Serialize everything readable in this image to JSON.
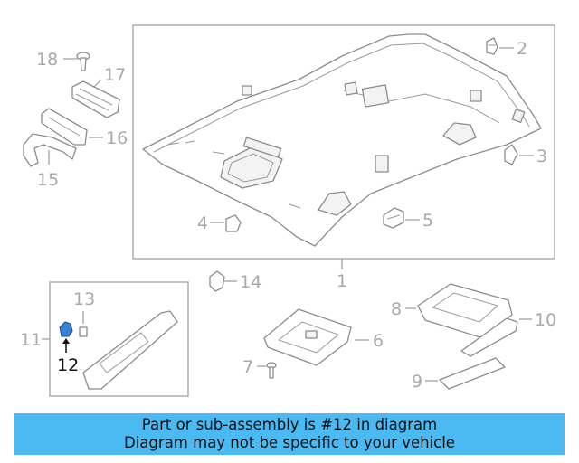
{
  "labels": {
    "l1": "1",
    "l2": "2",
    "l3": "3",
    "l4": "4",
    "l5": "5",
    "l6": "6",
    "l7": "7",
    "l8": "8",
    "l9": "9",
    "l10": "10",
    "l11": "11",
    "l12": "12",
    "l13": "13",
    "l14": "14",
    "l15": "15",
    "l16": "16",
    "l17": "17",
    "l18": "18"
  },
  "highlight": {
    "part_number": "12",
    "color": "#3a80d6"
  },
  "banner": {
    "line1": "Part or sub-assembly is #12 in diagram",
    "line2": "Diagram may not be specific to your vehicle",
    "color": "#4bb9f2"
  }
}
